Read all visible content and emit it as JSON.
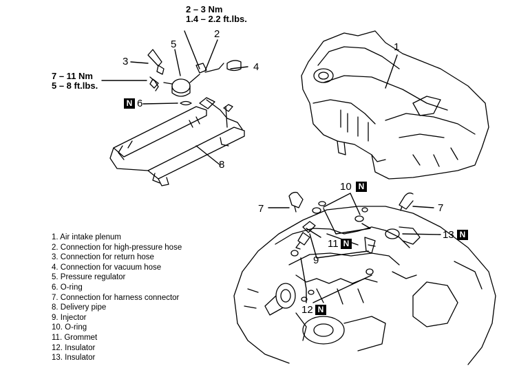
{
  "torque_top": {
    "nm": "2 – 3 Nm",
    "ftlbs": "1.4 – 2.2 ft.lbs."
  },
  "torque_left": {
    "nm": "7 – 11 Nm",
    "ftlbs": "5 – 8 ft.lbs."
  },
  "callouts": {
    "c1": "1",
    "c2": "2",
    "c3": "3",
    "c4": "4",
    "c5": "5",
    "c6": "6",
    "c7a": "7",
    "c7b": "7",
    "c8": "8",
    "c9": "9",
    "c10": "10",
    "c11": "11",
    "c12": "12",
    "c13": "13"
  },
  "badge_letter": "N",
  "legend": [
    "1. Air intake plenum",
    "2. Connection for high-pressure hose",
    "3. Connection for return hose",
    "4. Connection for vacuum hose",
    "5. Pressure regulator",
    "6. O-ring",
    "7. Connection for harness connector",
    "8. Delivery pipe",
    "9. Injector",
    "10. O-ring",
    "11. Grommet",
    "12. Insulator",
    "13. Insulator"
  ]
}
